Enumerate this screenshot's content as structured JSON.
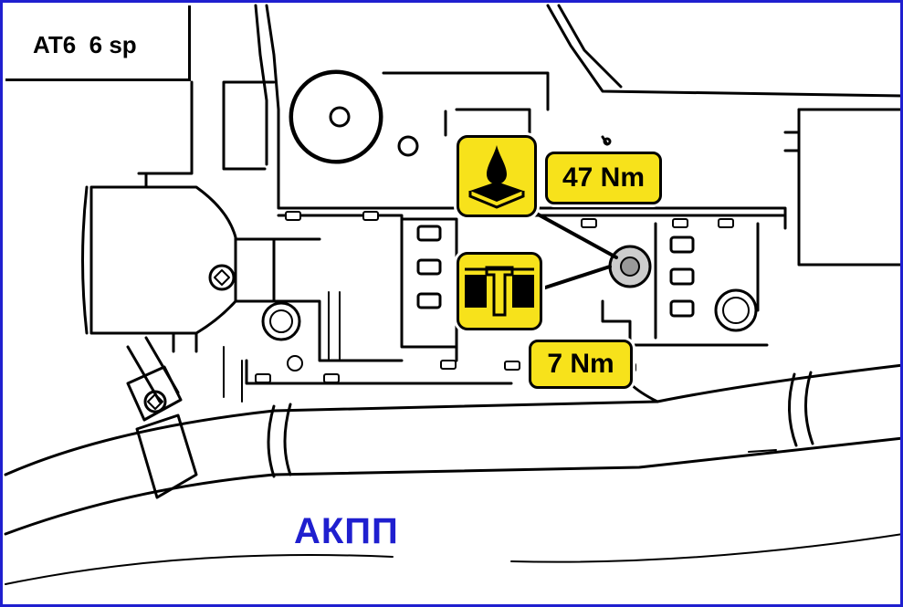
{
  "model_label": "AT6  6 sp",
  "torques": {
    "drain_plug": "47 Nm",
    "check_plug": "7 Nm"
  },
  "caption": "АКПП",
  "icons": {
    "oil_fill": "oil-drop-on-pan-icon",
    "seal": "sealing-washer-icon"
  },
  "colors": {
    "frame": "#1f1fcf",
    "caption": "#1f1fcf",
    "highlight": "#f7e21b"
  }
}
